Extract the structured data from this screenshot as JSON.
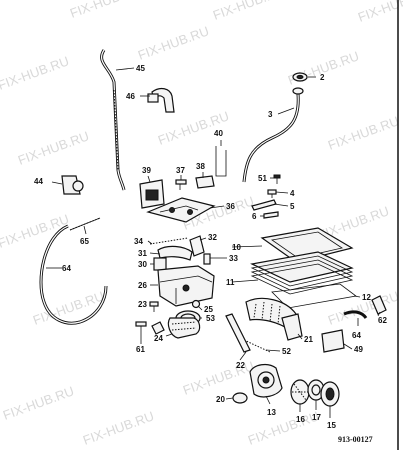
{
  "watermark": {
    "text": "FIX-HUB.RU",
    "color": "#d9d9d9"
  },
  "diagram_code": "913-00127",
  "part_numbers": [
    "2",
    "3",
    "4",
    "5",
    "6",
    "10",
    "11",
    "12",
    "13",
    "15",
    "16",
    "17",
    "20",
    "21",
    "22",
    "23",
    "24",
    "25",
    "26",
    "30",
    "31",
    "32",
    "33",
    "34",
    "36",
    "37",
    "38",
    "39",
    "40",
    "44",
    "45",
    "46",
    "49",
    "51",
    "52",
    "53",
    "61",
    "62",
    "64",
    "64",
    "65"
  ],
  "colors": {
    "line": "#111111",
    "background": "#ffffff"
  }
}
